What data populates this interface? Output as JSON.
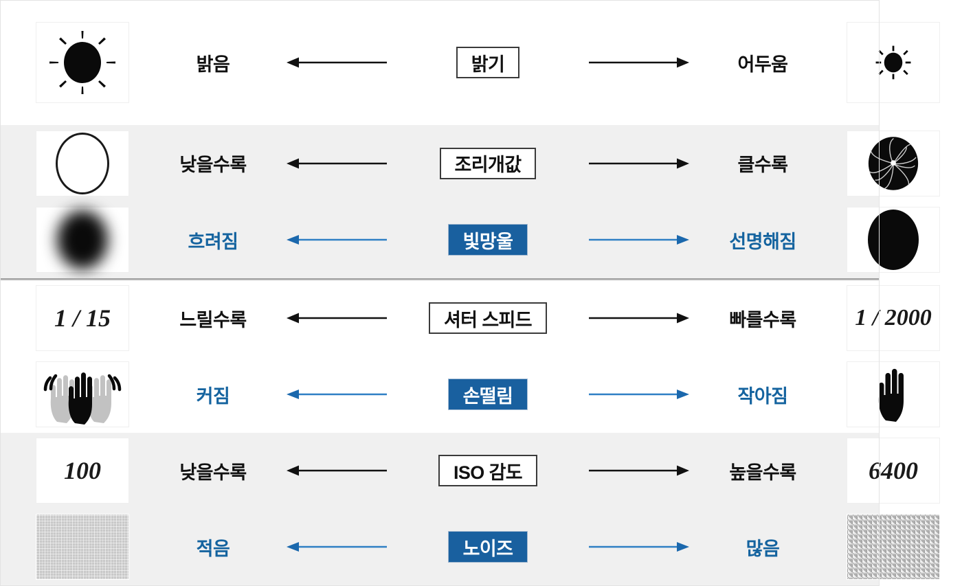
{
  "colors": {
    "accent_blue": "#19609f",
    "blue_text": "#14639f",
    "blue_arrow": "#2e7fc4",
    "black": "#111111",
    "band_gray": "#f0f0f0",
    "band_white": "#ffffff",
    "divider": "#b4b4b4"
  },
  "sections": [
    {
      "id": "brightness",
      "band": "white",
      "rows": [
        {
          "style": "black",
          "left_thumb": "sun-large-icon",
          "left_label": "밝음",
          "chip": "밝기",
          "right_label": "어두움",
          "right_thumb": "sun-small-icon"
        }
      ]
    },
    {
      "id": "aperture",
      "band": "gray",
      "rows": [
        {
          "style": "black",
          "left_thumb": "open-circle-icon",
          "left_label": "낮을수록",
          "chip": "조리개값",
          "right_label": "클수록",
          "right_thumb": "aperture-blades-icon"
        },
        {
          "style": "blue",
          "left_thumb": "blurred-bokeh-icon",
          "left_label": "흐려짐",
          "chip": "빛망울",
          "right_label": "선명해짐",
          "right_thumb": "sharp-bokeh-icon"
        }
      ]
    },
    {
      "id": "shutter-speed",
      "band": "white",
      "rows": [
        {
          "style": "black",
          "left_thumb": "1 / 15",
          "left_label": "느릴수록",
          "chip": "셔터 스피드",
          "right_label": "빠를수록",
          "right_thumb": "1 / 2000"
        },
        {
          "style": "blue",
          "left_thumb": "shaking-hand-icon",
          "left_label": "커짐",
          "chip": "손떨림",
          "right_label": "작아짐",
          "right_thumb": "steady-hand-icon"
        }
      ]
    },
    {
      "id": "iso",
      "band": "gray",
      "rows": [
        {
          "style": "black",
          "left_thumb": "100",
          "left_label": "낮을수록",
          "chip": "ISO 감도",
          "right_label": "높을수록",
          "right_thumb": "6400"
        },
        {
          "style": "blue",
          "left_thumb": "fine-grain-icon",
          "left_label": "적음",
          "chip": "노이즈",
          "right_label": "많음",
          "right_thumb": "coarse-grain-icon"
        }
      ]
    }
  ],
  "icons": {
    "arrow_left": "arrow-left-icon",
    "arrow_right": "arrow-right-icon"
  }
}
